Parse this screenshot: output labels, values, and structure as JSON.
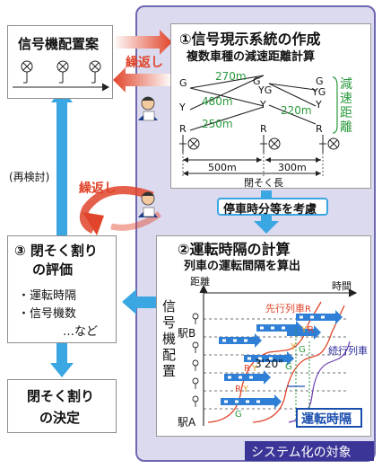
{
  "colors": {
    "system_area": "#dcdaef",
    "system_border": "#6d68b0",
    "flow_arrow": "#3aa6e2",
    "loop_arrow": "#e0442a",
    "green_text": "#2a9a3c",
    "blue_text": "#1b4fae",
    "train_blue": "#2f7fd6"
  },
  "placement": {
    "title": "信号機配置案"
  },
  "repeat_label_top": "繰返し",
  "repeat_label_mid": "繰返し",
  "recheck_label": "(再検討)",
  "step1": {
    "title": "①信号現示系統の作成",
    "subtitle": "複数車種の減速距離計算",
    "distances": [
      "270m",
      "480m",
      "250m",
      "220m"
    ],
    "signal_aspects_left": [
      "G",
      "Y",
      "R"
    ],
    "signal_aspects_mid": [
      "G",
      "YG",
      "Y",
      "R"
    ],
    "signal_aspects_right": [
      "G",
      "YG",
      "Y",
      "R"
    ],
    "decel_label": "減速距離",
    "spans": [
      "500m",
      "300m"
    ],
    "block_length": "閉そく長"
  },
  "consider_label": "停車時分等を考慮",
  "step2": {
    "title": "②運転時隔の計算",
    "subtitle": "列車の運転間隔を算出",
    "axis_distance": "距離",
    "axis_time": "時間",
    "side_label": "信号機配置",
    "station_b": "駅B",
    "station_a": "駅A",
    "leading_train": "先行列車",
    "following_train": "続行列車",
    "headway_value": "3'20\"",
    "headway_label": "運転時隔",
    "aspect_letters": [
      "R",
      "Y",
      "R",
      "Y",
      "G",
      "R",
      "Y",
      "G",
      "R",
      "Y",
      "G"
    ]
  },
  "step3": {
    "title_line1": "③ 閉そく割り",
    "title_line2": "の評価",
    "items": [
      "・運転時隔",
      "・信号機数",
      "…など"
    ]
  },
  "decision": {
    "line1": "閉そく割り",
    "line2": "の決定"
  },
  "system_label": "システム化の対象"
}
